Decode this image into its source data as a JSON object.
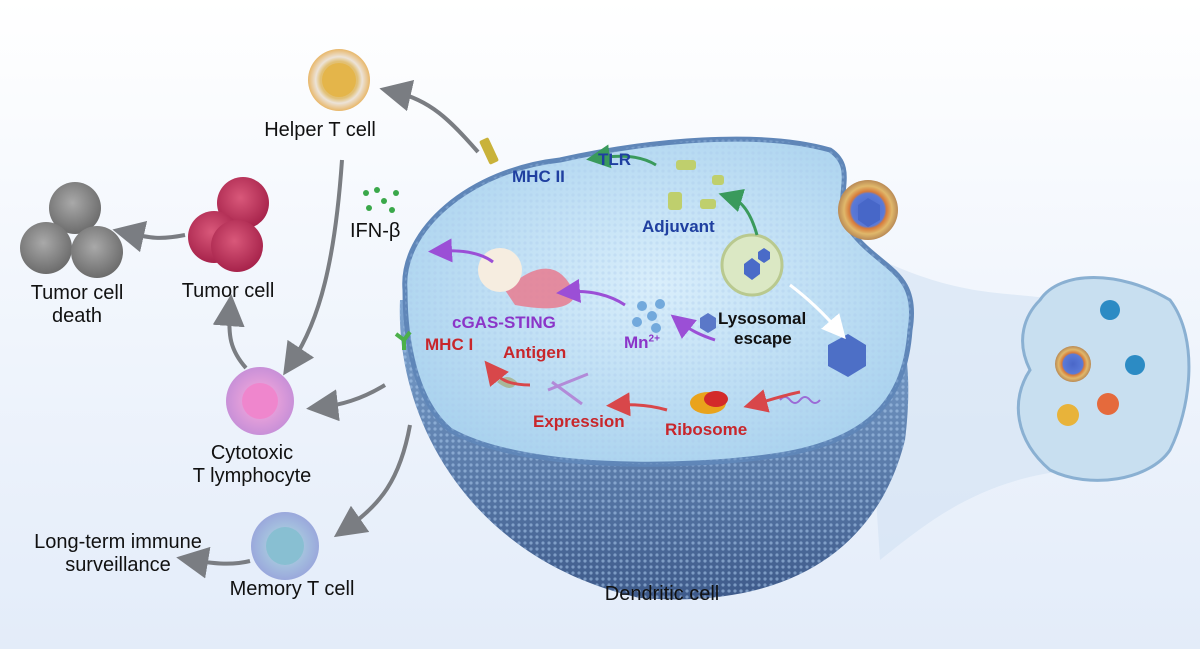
{
  "diagram": {
    "title": "Dendritic cell",
    "colors": {
      "arrow_gray": "#7a7d82",
      "arrow_green": "#3a9a5c",
      "arrow_purple": "#9b4fd6",
      "arrow_red": "#d8474a",
      "text_blue": "#1f3fa0",
      "text_purple": "#8b35c8",
      "text_red": "#c8262b",
      "cell_membrane": "#5f86b8",
      "cytoplasm": "#bfe0f4"
    },
    "outside_cells": [
      {
        "id": "helper-t-cell",
        "label": "Helper T cell",
        "icon": "helper-t-cell-icon"
      },
      {
        "id": "tumor-cell",
        "label": "Tumor cell",
        "icon": "tumor-cell-cluster-icon"
      },
      {
        "id": "tumor-cell-death",
        "label_line1": "Tumor cell",
        "label_line2": "death",
        "icon": "dead-tumor-cell-cluster-icon"
      },
      {
        "id": "cytotoxic-t-lymphocyte",
        "label_line1": "Cytotoxic",
        "label_line2": "T lymphocyte",
        "icon": "cytotoxic-t-cell-icon"
      },
      {
        "id": "memory-t-cell",
        "label": "Memory T cell",
        "icon": "memory-t-cell-icon"
      },
      {
        "id": "long-term-surveillance",
        "label_line1": "Long-term immune",
        "label_line2": "surveillance"
      }
    ],
    "cytokine": {
      "label": "IFN-β",
      "icon": "ifn-beta-dots-icon"
    },
    "inner_labels": {
      "tlr": "TLR",
      "mhc2": "MHC II",
      "adjuvant": "Adjuvant",
      "cgas_sting": "cGAS-STING",
      "mn_base": "Mn",
      "mn_charge": "2+",
      "lysosomal_line1": "Lysosomal",
      "lysosomal_line2": "escape",
      "mhc1": "MHC I",
      "antigen": "Antigen",
      "expression": "Expression",
      "ribosome": "Ribosome"
    },
    "right_inset": {
      "description": "Lymph node with nanovaccine and immune cells",
      "icon": "lymph-node-icon"
    }
  }
}
